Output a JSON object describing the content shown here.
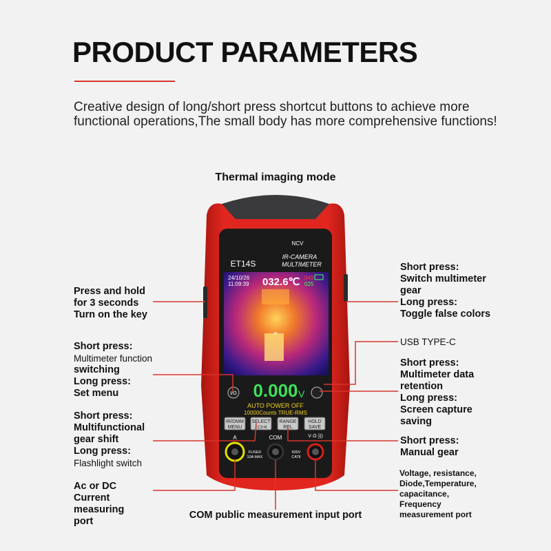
{
  "header": {
    "title": "PRODUCT PARAMETERS",
    "intro": "Creative design of long/short press shortcut buttons to achieve more functional operations,The small body has more comprehensive functions!"
  },
  "subtitle": "Thermal imaging mode",
  "device": {
    "ncv_label": "NCV",
    "model": "ET14S",
    "brand_line1": "IR-CAMERA",
    "brand_line2": "MULTIMETER",
    "date": "24/10/26",
    "time": "11:09:39",
    "temperature": "032.6℃",
    "temp_max": "049",
    "temp_min": "025",
    "reading": "0.000",
    "unit": "V",
    "auto_power": "AUTO POWER OFF",
    "counts": "10000Counts TRUE-RMS",
    "buttons": [
      {
        "top": "IR/DMM",
        "bottom": "MENU"
      },
      {
        "top": "SELECT",
        "bottom": "◁⊐⊲"
      },
      {
        "top": "RANGE",
        "bottom": "REL"
      },
      {
        "top": "HOLD",
        "bottom": "SAVE"
      }
    ],
    "port_labels": {
      "a": "A",
      "com": "COM",
      "v": "V·Ω·)))",
      "fused1": "FUSED",
      "fused2": "10A MAX",
      "cat1": "600V",
      "cat2": "CATⅡ"
    }
  },
  "annotations": {
    "left": [
      {
        "lines": [
          "Press and hold",
          "for 3 seconds",
          "Turn on the key"
        ]
      },
      {
        "lines": [
          "Short press:",
          "Multimeter function",
          "switching",
          "Long press:",
          "Set menu"
        ]
      },
      {
        "lines": [
          "Short press:",
          "Multifunctional",
          "gear shift",
          "Long press:",
          "Flashlight switch"
        ]
      },
      {
        "lines": [
          "Ac or DC",
          "Current",
          "measuring",
          "port"
        ]
      }
    ],
    "right": [
      {
        "lines": [
          "Short press:",
          "Switch multimeter",
          "gear",
          "Long press:",
          "Toggle false colors"
        ]
      },
      {
        "lines": [
          "USB TYPE-C"
        ]
      },
      {
        "lines": [
          "Short press:",
          "Multimeter data",
          "retention",
          "Long press:",
          "Screen capture",
          "saving"
        ]
      },
      {
        "lines": [
          "Short press:",
          "Manual gear"
        ]
      },
      {
        "lines": [
          "Voltage, resistance,",
          "Diode,Temperature,",
          "capacitance,",
          "Frequency",
          "measurement port"
        ]
      }
    ],
    "bottom": "COM public measurement input port"
  },
  "colors": {
    "accent_red": "#d8342c",
    "case_red": "#d6201c",
    "reading_green": "#3de05a",
    "screen_bg": "#0b0b0b",
    "port_ring": "#e6e000"
  }
}
